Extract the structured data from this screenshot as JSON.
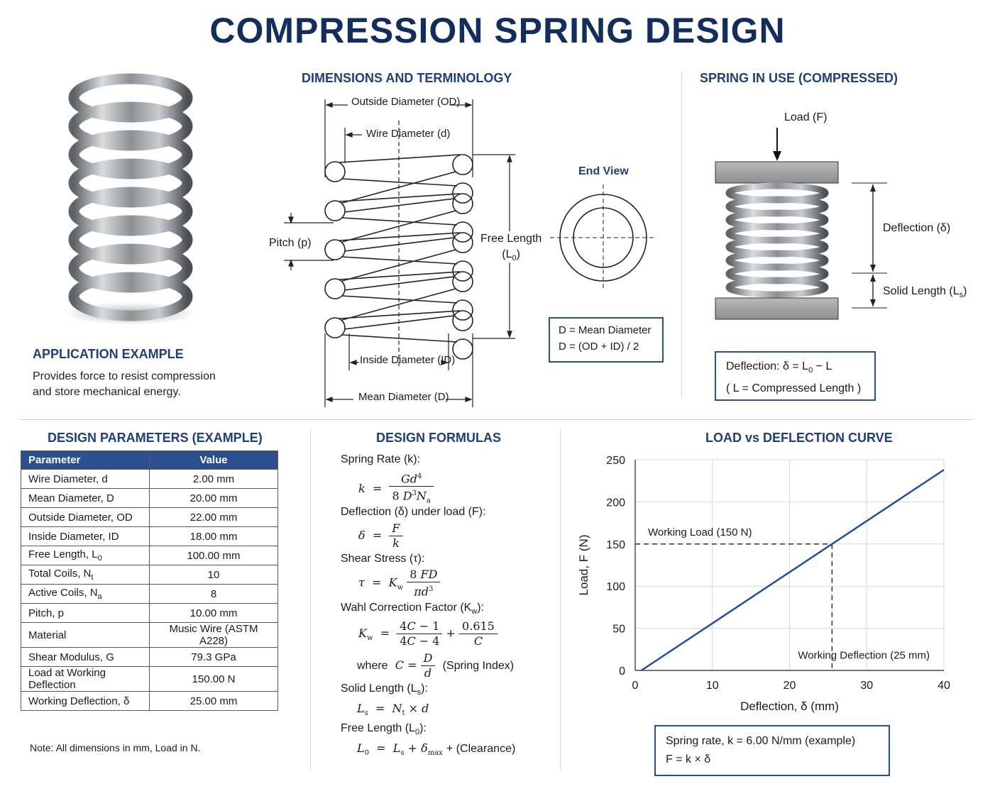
{
  "title": "COMPRESSION SPRING DESIGN",
  "dimensions": {
    "title": "DIMENSIONS AND TERMINOLOGY",
    "od": "Outside Diameter (OD)",
    "wire": "Wire Diameter (d)",
    "pitch": "Pitch (p)",
    "free_length_1": "Free Length",
    "free_length_2": "(L",
    "free_length_sub": "0",
    "free_length_3": ")",
    "id": "Inside Diameter (ID)",
    "mean": "Mean Diameter (D)",
    "end_view": "End View",
    "mean_def_1": "D = Mean Diameter",
    "mean_def_2": "D = (OD + ID) / 2"
  },
  "application": {
    "title": "APPLICATION EXAMPLE",
    "line1": "Provides force to resist compression",
    "line2": "and store mechanical energy."
  },
  "in_use": {
    "title": "SPRING IN USE (COMPRESSED)",
    "load": "Load (F)",
    "deflection": "Deflection (δ)",
    "solid_length": "Solid Length (L",
    "solid_sub": "s",
    "solid_close": ")",
    "box_line1_a": "Deflection:  δ = L",
    "box_line1_sub": "0",
    "box_line1_b": " − L",
    "box_line2": "( L = Compressed Length )"
  },
  "params": {
    "title": "DESIGN PARAMETERS (EXAMPLE)",
    "header_param": "Parameter",
    "header_value": "Value",
    "rows": [
      {
        "p": "Wire Diameter, d",
        "v": "2.00 mm"
      },
      {
        "p": "Mean Diameter, D",
        "v": "20.00 mm"
      },
      {
        "p": "Outside Diameter, OD",
        "v": "22.00 mm"
      },
      {
        "p": "Inside Diameter, ID",
        "v": "18.00 mm"
      },
      {
        "p": "Free Length, L",
        "sub": "0",
        "v": "100.00 mm"
      },
      {
        "p": "Total Coils, N",
        "sub": "t",
        "v": "10"
      },
      {
        "p": "Active Coils, N",
        "sub": "a",
        "v": "8"
      },
      {
        "p": "Pitch, p",
        "v": "10.00 mm"
      },
      {
        "p": "Material",
        "v": "Music Wire (ASTM A228)"
      },
      {
        "p": "Shear Modulus, G",
        "v": "79.3 GPa"
      },
      {
        "p": "Load at Working Deflection",
        "v": "150.00 N"
      },
      {
        "p": "Working Deflection, δ",
        "v": "25.00 mm"
      }
    ],
    "note": "Note: All dimensions in mm, Load in N."
  },
  "formulas": {
    "title": "DESIGN FORMULAS",
    "rate_label": "Spring Rate (k):",
    "defl_label": "Deflection (δ) under load (F):",
    "shear_label": "Shear Stress (τ):",
    "wahl_label": "Wahl Correction Factor (K",
    "wahl_label_sub": "w",
    "wahl_label_close": "):",
    "where_text": "where",
    "spring_index": "(Spring Index)",
    "solid_label": "Solid Length (L",
    "solid_label_sub": "s",
    "solid_label_close": "):",
    "free_label": "Free Length (L",
    "free_label_sub": "0",
    "free_label_close": "):",
    "clearance": "+ (Clearance)"
  },
  "chart": {
    "title": "LOAD vs DEFLECTION CURVE",
    "working_load": "Working Load (150 N)",
    "working_defl": "Working Deflection (25 mm)",
    "box_line1": "Spring rate, k = 6.00 N/mm (example)",
    "box_line2": "F = k × δ"
  },
  "chart_data": {
    "type": "line",
    "xlabel": "Deflection, δ (mm)",
    "ylabel": "Load, F (N)",
    "xlim": [
      0,
      40
    ],
    "ylim": [
      0,
      250
    ],
    "xticks": [
      0,
      10,
      20,
      30,
      40
    ],
    "yticks": [
      0,
      50,
      100,
      150,
      200,
      250
    ],
    "grid": true,
    "series": [
      {
        "x": [
          0.8,
          40
        ],
        "y": [
          0,
          238
        ]
      }
    ],
    "working_point": {
      "x": 25,
      "y": 150
    },
    "line_color": "#1f4e9a"
  },
  "colors": {
    "accent": "#1f3f7a",
    "line": "#1f4e9a"
  }
}
